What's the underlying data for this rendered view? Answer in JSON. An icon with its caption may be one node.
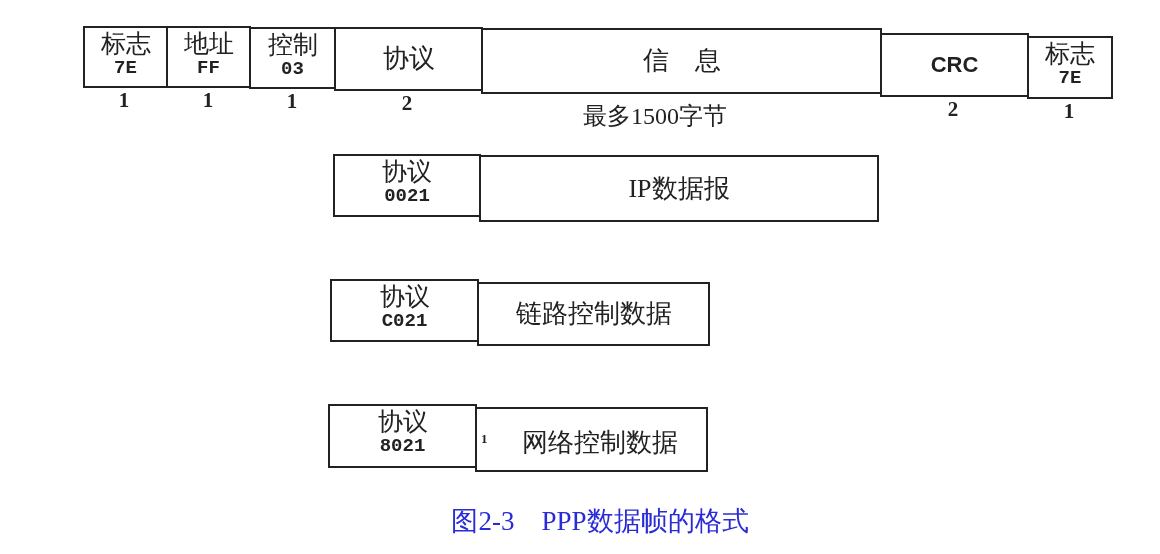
{
  "diagram": {
    "caption": "图2-3　PPP数据帧的格式",
    "nodes": [
      {
        "text": [
          "标志",
          "7E"
        ],
        "beside": [
          "1"
        ]
      },
      {
        "text": [
          "地址",
          "FF"
        ],
        "beside": [
          "1"
        ]
      },
      {
        "text": [
          "控制",
          "03"
        ],
        "beside": [
          "1"
        ]
      },
      {
        "text": [
          "协议"
        ],
        "beside": [
          "2"
        ]
      },
      {
        "text": [
          "信　息"
        ],
        "beside": [
          "最多1500字节"
        ]
      },
      {
        "text": [
          "CRC"
        ],
        "beside": [
          "2"
        ]
      },
      {
        "text": [
          "标志",
          "7E"
        ],
        "beside": [
          "1"
        ]
      },
      {
        "text": [
          "协议",
          "0021"
        ]
      },
      {
        "text": [
          "IP数据报"
        ]
      },
      {
        "text": [
          "协议",
          "C021"
        ]
      },
      {
        "text": [
          "链路控制数据"
        ]
      },
      {
        "text": [
          "协议",
          "8021"
        ]
      },
      {
        "text": [
          "1",
          "网络控制数据"
        ]
      }
    ]
  }
}
